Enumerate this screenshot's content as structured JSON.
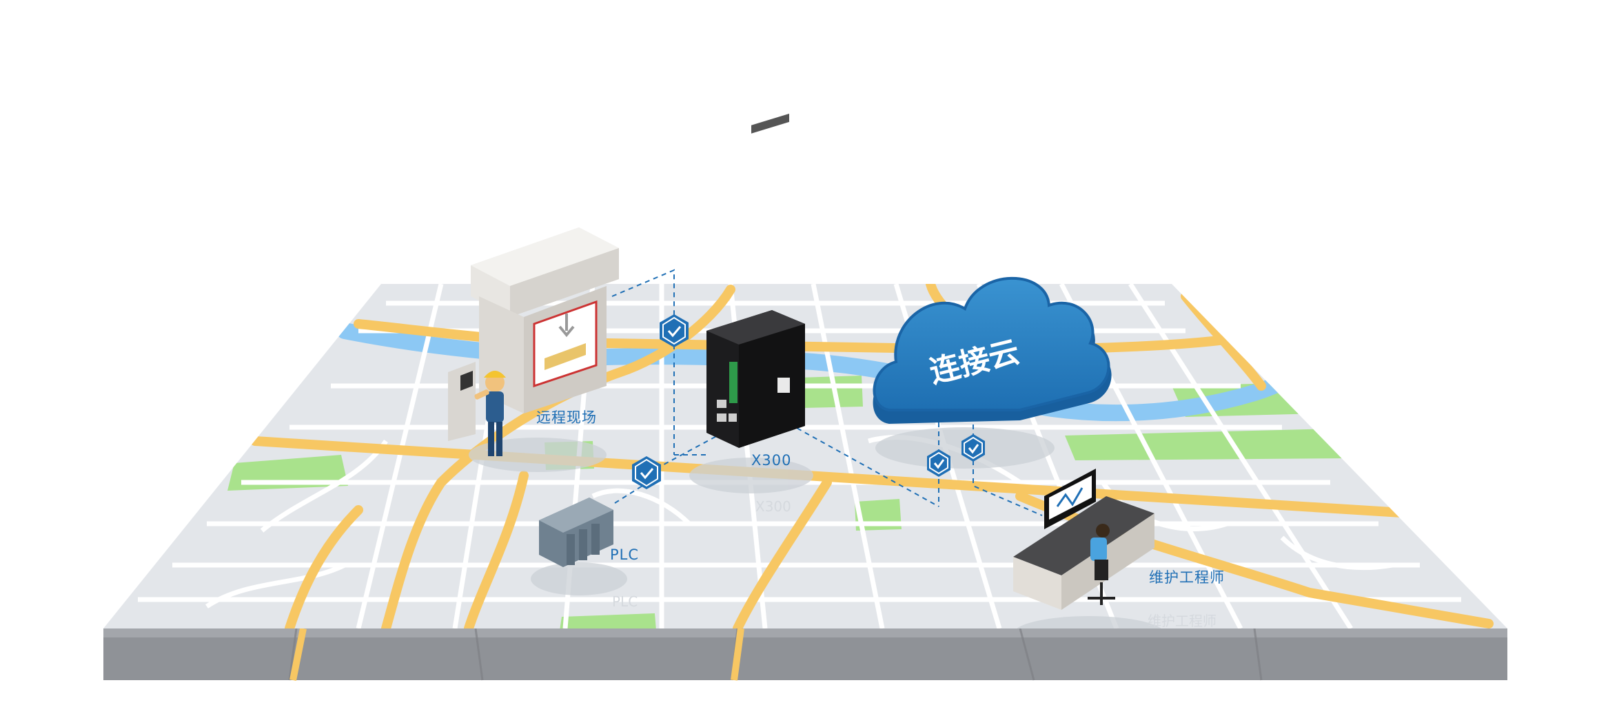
{
  "labels": {
    "remote_site": "远程现场",
    "router": "X300",
    "plc": "PLC",
    "cloud": "连接云",
    "engineer": "维护工程师"
  },
  "colors": {
    "background": "#ffffff",
    "map_base": "#e3e6ea",
    "map_side": "#8f9297",
    "road_white": "#ffffff",
    "road_yellow": "#f7c763",
    "river": "#8cc8f4",
    "park": "#a9e28c",
    "accent_blue": "#1f6fb5",
    "cloud_blue": "#2f86c6"
  },
  "icons": [
    "shield-check-icon",
    "cloud-icon",
    "router-device-icon",
    "plc-rack-icon",
    "press-machine-icon",
    "worker-icon",
    "engineer-desk-icon"
  ]
}
